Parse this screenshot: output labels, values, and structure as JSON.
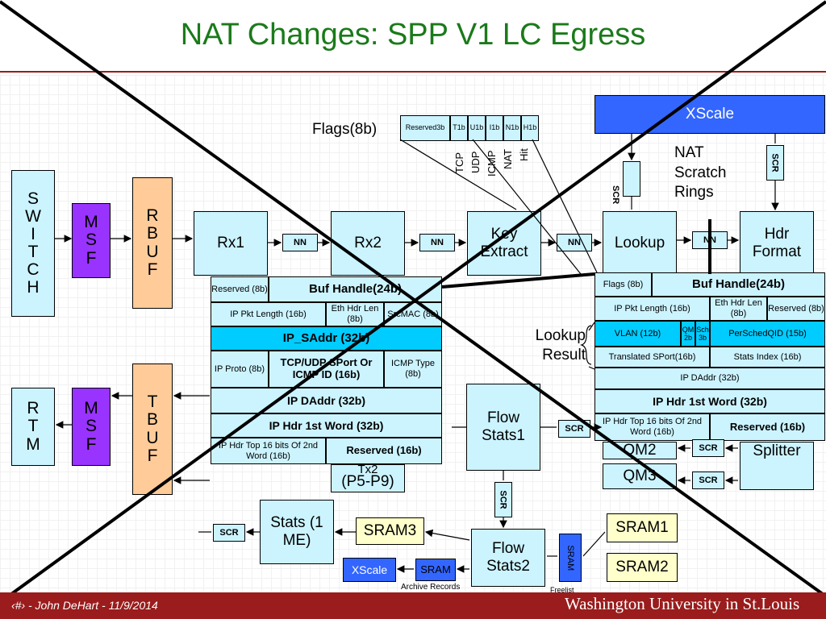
{
  "title": "NAT Changes: SPP V1 LC Egress",
  "xscale_top": "XScale",
  "flags_label": "Flags(8b)",
  "flags": [
    {
      "name": "Reserved",
      "bits": "3b"
    },
    {
      "name": "T",
      "bits": "1b"
    },
    {
      "name": "U",
      "bits": "1b"
    },
    {
      "name": "I",
      "bits": "1b"
    },
    {
      "name": "N",
      "bits": "1b"
    },
    {
      "name": "H",
      "bits": "1b"
    }
  ],
  "flag_meanings": [
    "TCP",
    "UDP",
    "ICMP",
    "NAT",
    "Hit"
  ],
  "nat_rings": "NAT Scratch Rings",
  "scr": "SCR",
  "nn": "NN",
  "switch": [
    "S",
    "W",
    "I",
    "T",
    "C",
    "H"
  ],
  "msf": [
    "M",
    "S",
    "F"
  ],
  "rbuf": [
    "R",
    "B",
    "U",
    "F"
  ],
  "tbuf": [
    "T",
    "B",
    "U",
    "F"
  ],
  "rtm": [
    "R",
    "T",
    "M"
  ],
  "stages": {
    "rx1": "Rx1",
    "rx2": "Rx2",
    "key_extract": "Key Extract",
    "lookup": "Lookup",
    "hdr_format": "Hdr Format",
    "flow_stats1": "Flow Stats1",
    "flow_stats2": "Flow Stats2",
    "qm2": "QM2",
    "qm3": "QM3",
    "splitter": "Splitter",
    "tx2": "Tx2",
    "tx2_sub": "(P5-P9)",
    "stats": "Stats (1 ME)",
    "sram3": "SRAM3",
    "sram1": "SRAM1",
    "sram2": "SRAM2",
    "xscale_bottom": "XScale",
    "sram_small": "SRAM",
    "archive": "Archive Records",
    "freelist": "Freelist"
  },
  "lookup_result": "Lookup Result",
  "left_table": {
    "r1": [
      "Reserved (8b)",
      "Buf Handle(24b)"
    ],
    "r2": [
      "IP Pkt Length (16b)",
      "Eth Hdr Len (8b)",
      "SrcMAC (8b)"
    ],
    "r3": "IP_SAddr (32b)",
    "r4": [
      "IP Proto (8b)",
      "TCP/UDP SPort Or ICMP ID (16b)",
      "ICMP Type (8b)"
    ],
    "r5": "IP DAddr (32b)",
    "r6": "IP Hdr 1st Word (32b)",
    "r7": [
      "IP Hdr Top 16 bits Of 2nd Word (16b)",
      "Reserved (16b)"
    ]
  },
  "right_table": {
    "r1": [
      "Flags (8b)",
      "Buf Handle(24b)"
    ],
    "r2": [
      "IP Pkt Length (16b)",
      "Eth Hdr Len (8b)",
      "Reserved (8b)"
    ],
    "r3": [
      "VLAN (12b)",
      "QM 2b",
      "Sch 3b",
      "PerSchedQID (15b)"
    ],
    "r4": [
      "Translated SPort(16b)",
      "Stats Index (16b)"
    ],
    "r5": "IP DAddr (32b)",
    "r6": "IP Hdr 1st Word (32b)",
    "r7": [
      "IP Hdr Top 16 bits Of 2nd Word (16b)",
      "Reserved (16b)"
    ]
  },
  "footer": "‹#› - John DeHart - 11/9/2014",
  "logo": "Washington University in St.Louis",
  "colors": {
    "title": "#1a7a1a",
    "footer": "#9a1c1c",
    "cyan": "#ccf4ff",
    "purple": "#9933ff",
    "salmon": "#ffcc99",
    "blue": "#3366ff"
  }
}
